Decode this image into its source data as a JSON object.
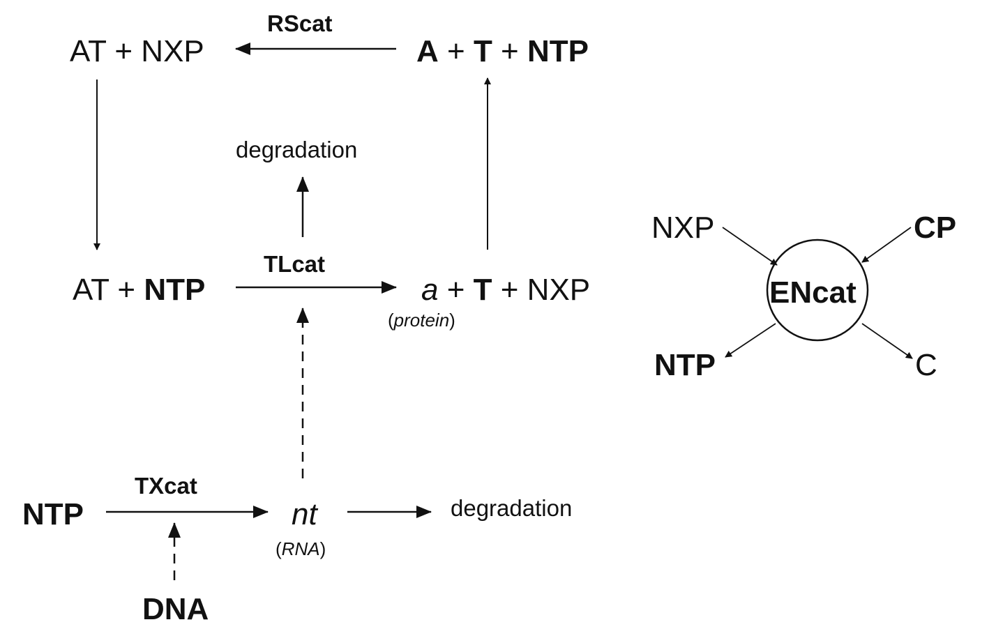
{
  "reactions": {
    "rscat": {
      "left": "AT + NXP",
      "catalyst": "RScat",
      "right": {
        "a": "A",
        "p1": " + ",
        "t": "T",
        "p2": " + ",
        "ntp": "NTP"
      }
    },
    "tlcat": {
      "left": {
        "at": "AT + ",
        "ntp": "NTP"
      },
      "catalyst": "TLcat",
      "right": {
        "a": "a",
        "p1": " + ",
        "t": "T",
        "p2": " + NXP"
      },
      "product_note": {
        "open": "(",
        "word": "protein",
        "close": ")"
      },
      "degradation": "degradation"
    },
    "txcat": {
      "left": "NTP",
      "catalyst": "TXcat",
      "product": "nt",
      "product_note": {
        "open": "(",
        "word": "RNA",
        "close": ")"
      },
      "template": "DNA",
      "degradation": "degradation"
    },
    "encat": {
      "center": "ENcat",
      "inputs": [
        "NXP",
        "CP"
      ],
      "outputs": [
        "NTP",
        "C"
      ]
    }
  },
  "colors": {
    "ink": "#111111",
    "background": "#ffffff"
  }
}
